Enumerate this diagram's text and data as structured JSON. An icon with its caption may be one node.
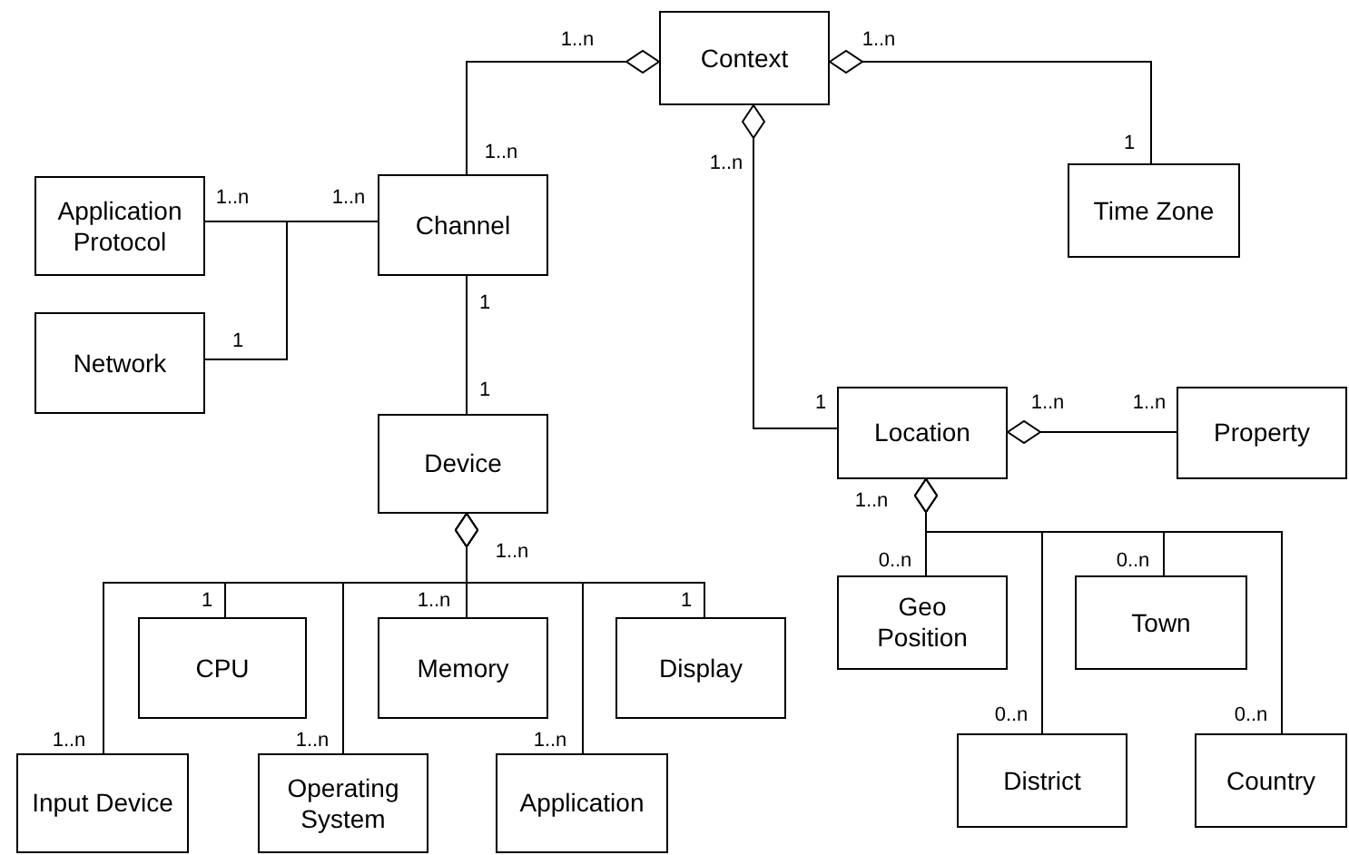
{
  "diagram": {
    "nodes": [
      {
        "text": [
          "Context"
        ]
      },
      {
        "text": [
          "Time Zone"
        ]
      },
      {
        "text": [
          "Application Protocol"
        ]
      },
      {
        "text": [
          "Channel"
        ]
      },
      {
        "text": [
          "Network"
        ]
      },
      {
        "text": [
          "Location"
        ]
      },
      {
        "text": [
          "Property"
        ]
      },
      {
        "text": [
          "Device"
        ]
      },
      {
        "text": [
          "Geo Position"
        ]
      },
      {
        "text": [
          "Town"
        ]
      },
      {
        "text": [
          "CPU"
        ]
      },
      {
        "text": [
          "Memory"
        ]
      },
      {
        "text": [
          "Display"
        ]
      },
      {
        "text": [
          "District"
        ]
      },
      {
        "text": [
          "Country"
        ]
      },
      {
        "text": [
          "Input Device"
        ]
      },
      {
        "text": [
          "Operating System"
        ]
      },
      {
        "text": [
          "Application"
        ]
      }
    ],
    "edges": [
      {
        "from": 0,
        "to": 3,
        "arrow": "other"
      },
      {
        "from": 0,
        "to": 1,
        "arrow": "other"
      },
      {
        "from": 0,
        "to": 5,
        "arrow": "other"
      },
      {
        "from": 2,
        "to": 3,
        "arrow": "none"
      },
      {
        "from": 4,
        "to": 3,
        "arrow": "none"
      },
      {
        "from": 3,
        "to": 7,
        "arrow": "none"
      },
      {
        "from": 5,
        "to": 6,
        "arrow": "other"
      },
      {
        "from": 7,
        "to": 10,
        "arrow": "other"
      },
      {
        "from": 7,
        "to": 11,
        "arrow": "other"
      },
      {
        "from": 7,
        "to": 12,
        "arrow": "other"
      },
      {
        "from": 7,
        "to": 15,
        "arrow": "other"
      },
      {
        "from": 7,
        "to": 16,
        "arrow": "other"
      },
      {
        "from": 7,
        "to": 17,
        "arrow": "other"
      },
      {
        "from": 5,
        "to": 8,
        "arrow": "other"
      },
      {
        "from": 5,
        "to": 9,
        "arrow": "other"
      },
      {
        "from": 5,
        "to": 13,
        "arrow": "other"
      },
      {
        "from": 5,
        "to": 14,
        "arrow": "other"
      }
    ],
    "labels": [
      "1..n",
      "1..n",
      "1",
      "1..n",
      "1..n",
      "1..n",
      "1..n",
      "1",
      "1",
      "1",
      "1",
      "1..n",
      "1..n",
      "1..n",
      "1..n",
      "0..n",
      "0..n",
      "1",
      "1..n",
      "1",
      "0..n",
      "0..n",
      "1..n",
      "1..n",
      "1..n"
    ]
  }
}
